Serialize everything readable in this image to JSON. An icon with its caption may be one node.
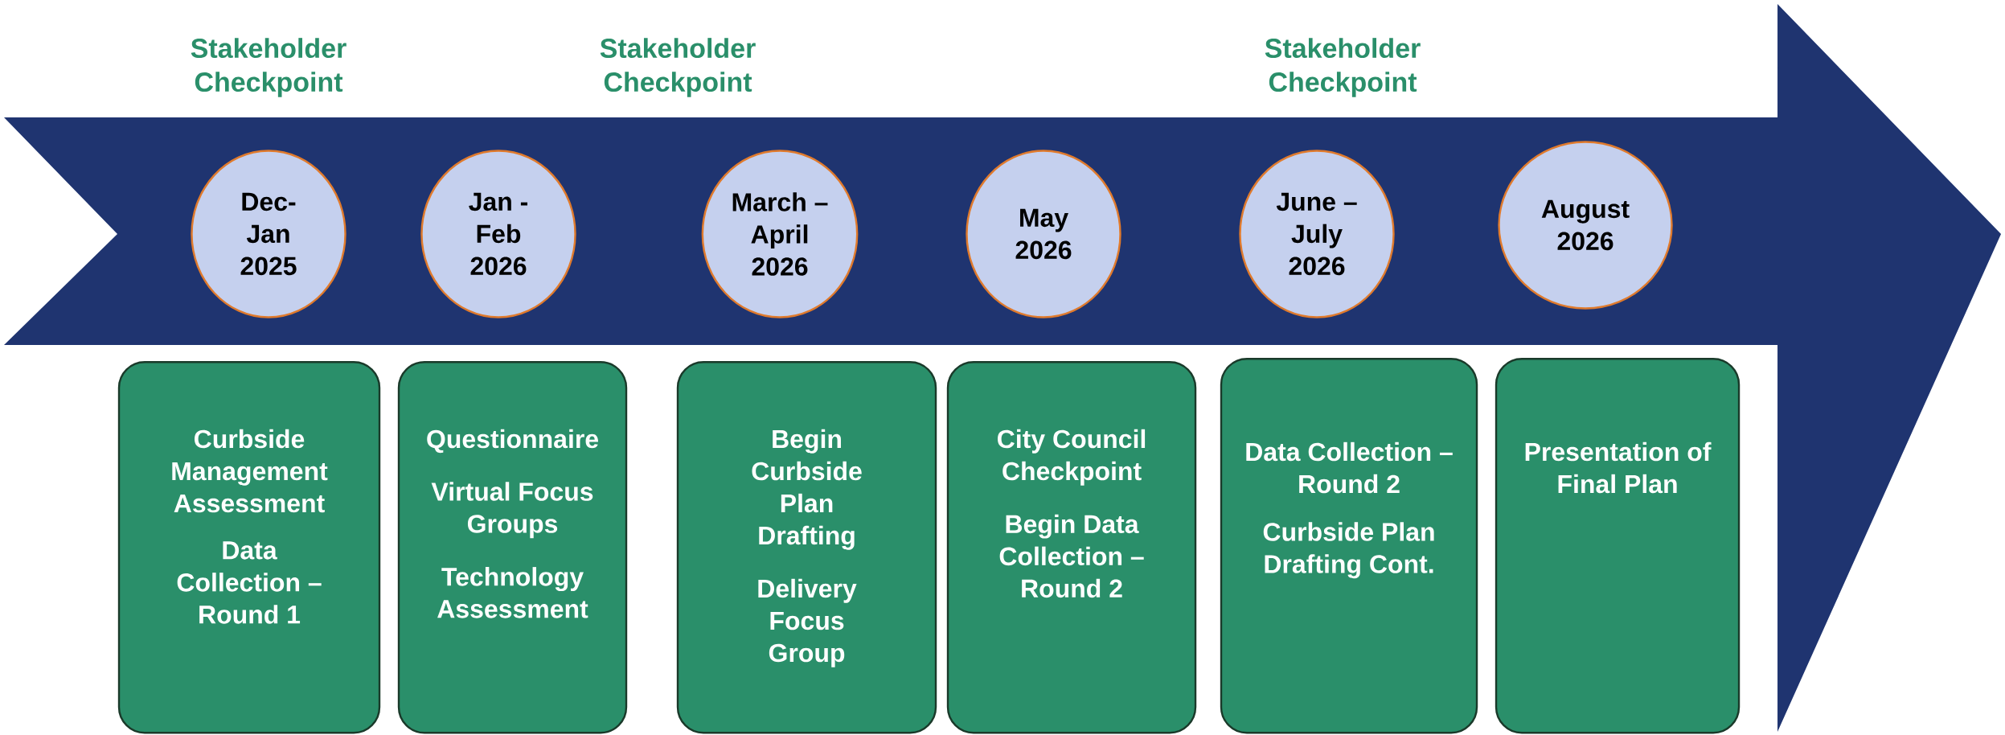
{
  "diagram": {
    "nodes": [
      {
        "text": [
          "Dec- Jan 2025"
        ]
      },
      {
        "text": [
          "Jan - Feb 2026"
        ]
      },
      {
        "text": [
          "March – April 2026"
        ]
      },
      {
        "text": [
          "May 2026"
        ]
      },
      {
        "text": [
          "June – July 2026"
        ]
      },
      {
        "text": [
          "August 2026"
        ]
      },
      {
        "text": [
          "Curbside Management Assessment",
          "Data Collection – Round 1"
        ]
      },
      {
        "text": [
          "Questionnaire",
          "Virtual Focus Groups",
          "Technology Assessment"
        ]
      },
      {
        "text": [
          "Begin Curbside Plan Drafting",
          "Delivery Focus Group"
        ]
      },
      {
        "text": [
          "City Council Checkpoint",
          "Begin Data Collection – Round 2"
        ]
      },
      {
        "text": [
          "Data Collection – Round 2",
          "Curbside Plan Drafting Cont."
        ]
      },
      {
        "text": [
          "Presentation of Final Plan"
        ]
      }
    ],
    "labels": [
      "Stakeholder Checkpoint",
      "Stakeholder Checkpoint",
      "Stakeholder Checkpoint"
    ]
  }
}
